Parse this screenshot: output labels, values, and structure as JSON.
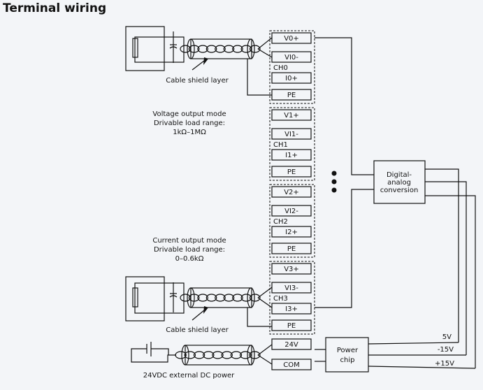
{
  "title": "Terminal wiring",
  "channels": [
    {
      "label": "CH0",
      "terminals": [
        "V0+",
        "VI0-",
        "I0+",
        "PE"
      ]
    },
    {
      "label": "CH1",
      "terminals": [
        "V1+",
        "VI1-",
        "I1+",
        "PE"
      ]
    },
    {
      "label": "CH2",
      "terminals": [
        "V2+",
        "VI2-",
        "I2+",
        "PE"
      ]
    },
    {
      "label": "CH3",
      "terminals": [
        "V3+",
        "VI3-",
        "I3+",
        "PE"
      ]
    }
  ],
  "power_terminals": [
    "24V",
    "COM"
  ],
  "labels": {
    "cable_shield_top": "Cable shield layer",
    "cable_shield_bottom": "Cable shield layer",
    "voltage_mode": [
      "Voltage output mode",
      "Drivable load range:",
      "1kΩ–1MΩ"
    ],
    "current_mode": [
      "Current output mode",
      "Drivable load range:",
      "0–0.6kΩ"
    ],
    "dc_power": "24VDC external DC power",
    "dac": [
      "Digital-",
      "analog",
      "conversion"
    ],
    "power_chip": [
      "Power",
      "chip"
    ],
    "rails": [
      "5V",
      "-15V",
      "+15V"
    ]
  }
}
